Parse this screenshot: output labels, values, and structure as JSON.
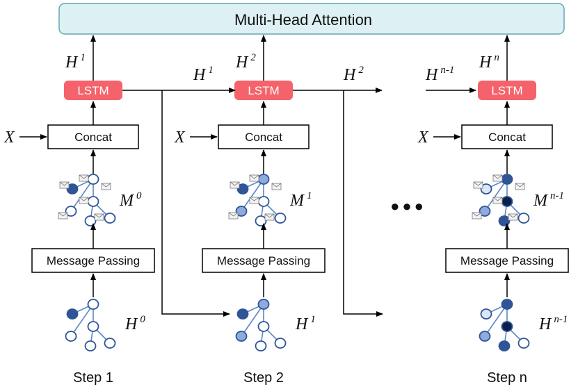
{
  "attention": {
    "label": "Multi-Head Attention"
  },
  "colors": {
    "attention_fill": "#ddf0f3",
    "attention_stroke": "#5fa8b8",
    "lstm_fill": "#f4636b",
    "node_dark": "#2f5597",
    "node_mid": "#8faadc",
    "node_light": "#dce6f5",
    "node_navy": "#0b1f4a",
    "node_empty": "#ffffff",
    "edge": "#5b86c5"
  },
  "steps": [
    {
      "step_label": "Step 1",
      "lstm_label": "LSTM",
      "concat_label": "Concat",
      "mp_label": "Message Passing",
      "x_label": "X",
      "out": {
        "base": "H",
        "sup": "1"
      },
      "m": {
        "base": "M",
        "sup": "0"
      },
      "h": {
        "base": "H",
        "sup": "0"
      },
      "node_fills": [
        "node_dark",
        "node_empty",
        "node_empty",
        "node_empty",
        "node_empty",
        "node_empty"
      ]
    },
    {
      "step_label": "Step 2",
      "lstm_label": "LSTM",
      "concat_label": "Concat",
      "mp_label": "Message Passing",
      "x_label": "X",
      "out": {
        "base": "H",
        "sup": "2"
      },
      "m": {
        "base": "M",
        "sup": "1"
      },
      "h": {
        "base": "H",
        "sup": "1"
      },
      "node_fills": [
        "node_dark",
        "node_mid",
        "node_mid",
        "node_empty",
        "node_empty",
        "node_empty"
      ]
    },
    {
      "step_label": "Step n",
      "lstm_label": "LSTM",
      "concat_label": "Concat",
      "mp_label": "Message Passing",
      "x_label": "X",
      "out": {
        "base": "H",
        "sup": "n"
      },
      "m": {
        "base": "M",
        "sup": "n-1"
      },
      "h": {
        "base": "H",
        "sup": "n-1"
      },
      "node_fills": [
        "node_light",
        "node_dark",
        "node_mid",
        "node_navy",
        "node_empty",
        "node_dark"
      ]
    }
  ],
  "links": [
    {
      "base": "H",
      "sup": "1"
    },
    {
      "base": "H",
      "sup": "2"
    }
  ],
  "incoming": {
    "base": "H",
    "sup": "n-1"
  },
  "ellipsis": "●●●"
}
